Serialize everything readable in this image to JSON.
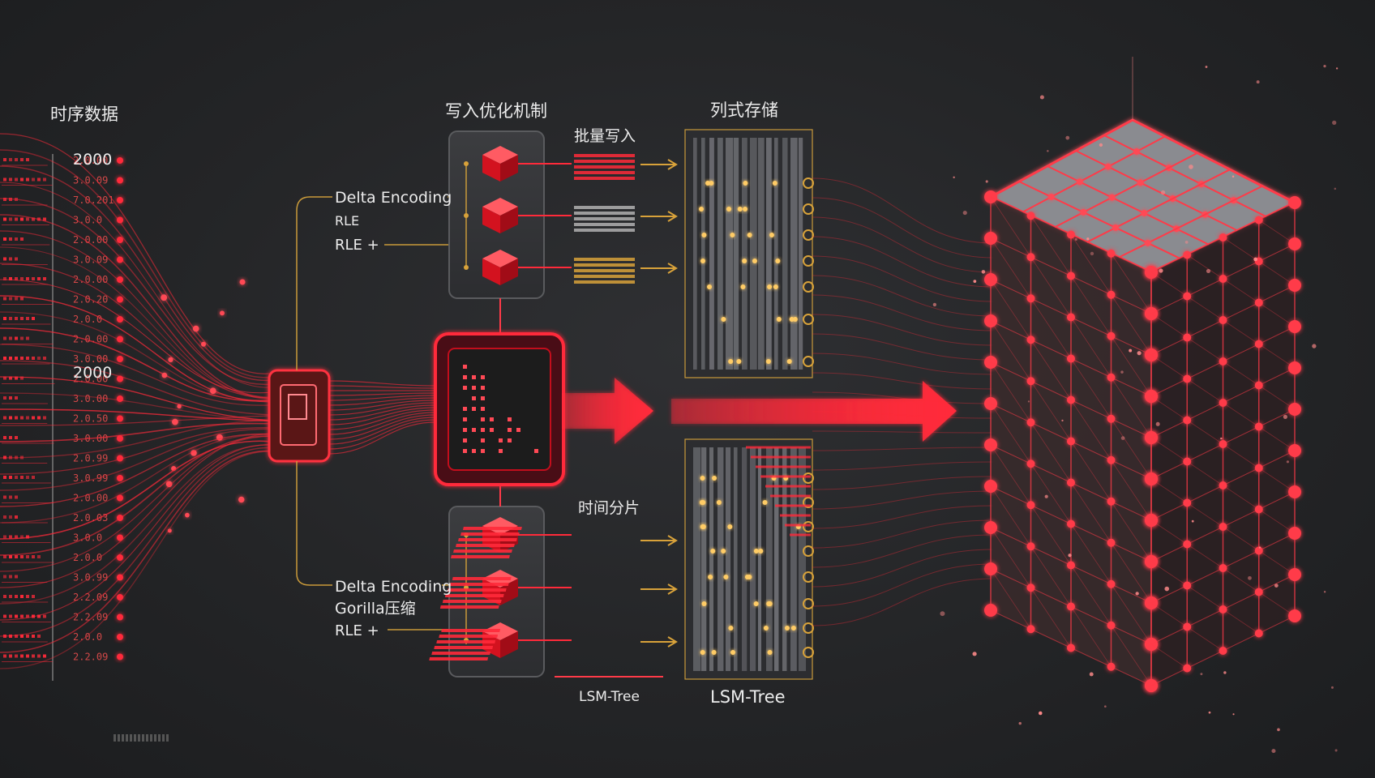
{
  "title_series": "时序数据",
  "axis_values": [
    "2000",
    "2000"
  ],
  "side_values": [
    "2.0.00",
    "3.0.09",
    "7.0.201",
    "3.0.0",
    "2.0.00",
    "3.0.09",
    "2.0.00",
    "2.0.20",
    "2.0.0",
    "2.0.00",
    "3.0.00",
    "2.0.00",
    "3.0.00",
    "2.0.50",
    "3.0.00",
    "2.0.99",
    "3.0.99",
    "2.0.00",
    "2.0.03",
    "3.0.0",
    "2.0.0",
    "3.0.99",
    "2.2.09",
    "2.2.09",
    "2.0.0",
    "2.2.09"
  ],
  "section_write_opt": "写入优化机制",
  "section_batch": "批量写入",
  "section_columnar": "列式存储",
  "section_time_shard": "时间分片",
  "top_labels": [
    "Delta Encoding",
    "RLE",
    "RLE +"
  ],
  "bottom_labels": [
    "Delta Encoding",
    "Gorilla压缩",
    "RLE +"
  ],
  "lsm_left": "LSM-Tree",
  "lsm_right": "LSM-Tree",
  "colors": {
    "accent_red": "#ff2a3a",
    "deep_red": "#c4101f",
    "gold": "#d8a23a",
    "panel": "#3a3b3e"
  }
}
